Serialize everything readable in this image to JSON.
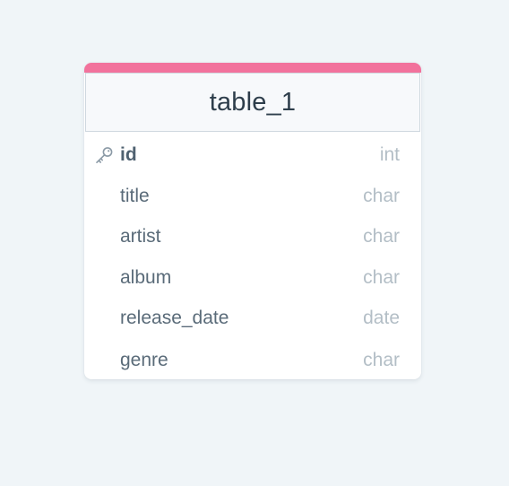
{
  "colors": {
    "accent": "#f2729c",
    "canvas_background": "#f0f5f8"
  },
  "table": {
    "title": "table_1",
    "fields": [
      {
        "name": "id",
        "type": "int",
        "primary_key": true,
        "icon": "key-icon"
      },
      {
        "name": "title",
        "type": "char",
        "primary_key": false
      },
      {
        "name": "artist",
        "type": "char",
        "primary_key": false
      },
      {
        "name": "album",
        "type": "char",
        "primary_key": false
      },
      {
        "name": "release_date",
        "type": "date",
        "primary_key": false
      },
      {
        "name": "genre",
        "type": "char",
        "primary_key": false
      }
    ]
  }
}
